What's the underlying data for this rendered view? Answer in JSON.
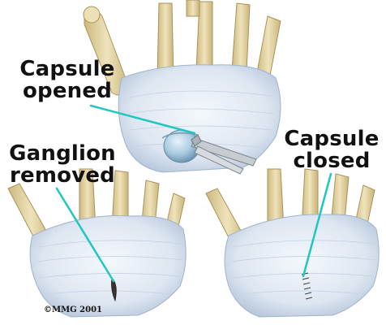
{
  "labels": {
    "capsule_opened": [
      "Capsule",
      "opened"
    ],
    "ganglion_removed": [
      "Ganglion",
      "removed"
    ],
    "capsule_closed": [
      "Capsule",
      "closed"
    ]
  },
  "copyright": "©MMG 2001",
  "colors": {
    "bone": "#e6d7a8",
    "bone_shadow": "#c9b47a",
    "capsule": "#e4ecf5",
    "capsule_shadow": "#b7c6db",
    "leader_line": "#20c6c0",
    "instrument": "#c7ccd2",
    "ganglion": "#9ec3da"
  }
}
